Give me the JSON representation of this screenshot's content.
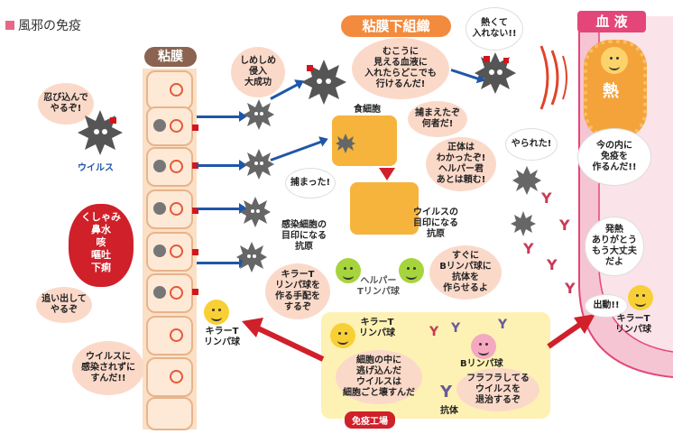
{
  "title": "風邪の免疫",
  "headers": {
    "mucosa": "粘膜",
    "submucosa": "粘膜下組織",
    "blood": "血 液"
  },
  "bubbles": {
    "sneak_in": "忍び込んで\nやるぞ!",
    "invasion_success": "しめしめ\n侵入\n大成功",
    "blood_talk": "むこうに\n見える血液に\n入れたらどこでも\n行けるんだ!",
    "too_hot": "熱くて\n入れない!!",
    "caught": "捕まえたぞ\n何者だ!",
    "captured": "捕まった!",
    "identity": "正体は\nわかったぞ!\nヘルパー君\nあとは頼む!",
    "got_me": "やられた!",
    "expel": "追い出して\nやるぞ",
    "not_infected": "ウイルスに\n感染されずに\nすんだ!!",
    "make_immunity": "今の内に\n免疫を\n作るんだ!!",
    "fever_thanks": "発熱\nありがとう\nもう大丈夫\nだよ",
    "killer_arrange": "キラーT\nリンパ球を\n作る手配を\nするぞ",
    "b_make_antibody": "すぐに\nBリンパ球に\n抗体を\n作らせるよ",
    "destroy_cells": "細胞の中に\n逃げ込んだ\nウイルスは\n細胞ごと壊すんだ",
    "fluffy": "フラフラしてる\nウイルスを\n退治するぞ",
    "deploy": "出動!!"
  },
  "symptoms": [
    "くしゃみ",
    "鼻水",
    "咳",
    "嘔吐",
    "下痢"
  ],
  "labels": {
    "virus": "ウイルス",
    "phagocyte": "食細胞",
    "infected_mark": "感染細胞の\n目印になる\n抗原",
    "virus_mark": "ウイルスの\n目印になる\n抗原",
    "helper": "ヘルパー\nTリンパ球",
    "killer_left": "キラーT\nリンパ球",
    "killer_factory": "キラーT\nリンパ球",
    "killer_right": "キラーT\nリンパ球",
    "b_cell": "Bリンパ球",
    "antibody": "抗体",
    "factory": "免疫工場",
    "heat": "熱"
  },
  "colors": {
    "orange_header": "#f28b3d",
    "blood_header": "#e4467a",
    "arrow_blue": "#1f56a8",
    "arrow_red": "#d0202a",
    "factory_bg": "#fdf2b3",
    "phagocyte": "#f6b43c"
  }
}
